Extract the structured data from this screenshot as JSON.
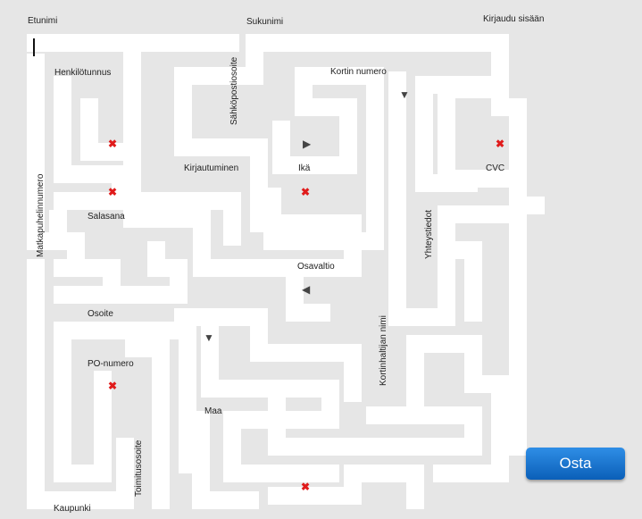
{
  "labels": {
    "first_name": "Etunimi",
    "last_name": "Sukunimi",
    "login": "Kirjaudu sisään",
    "ssn": "Henkilötunnus",
    "email": "Sähköpostiosoite",
    "card_number": "Kortin numero",
    "registration": "Kirjautuminen",
    "age": "Ikä",
    "cvc": "CVC",
    "mobile": "Matkapuhelinnumero",
    "password": "Salasana",
    "contact": "Yhteystiedot",
    "state": "Osavaltio",
    "address": "Osoite",
    "cardholder": "Kortinhaltijan nimi",
    "postal_code": "PO-numero",
    "country": "Maa",
    "delivery_address": "Toimitusosoite",
    "city": "Kaupunki"
  },
  "buy_button": "Osta",
  "colors": {
    "background": "#e6e6e6",
    "path": "#ffffff",
    "button": "#1f78d1",
    "error": "#e01b1b"
  }
}
